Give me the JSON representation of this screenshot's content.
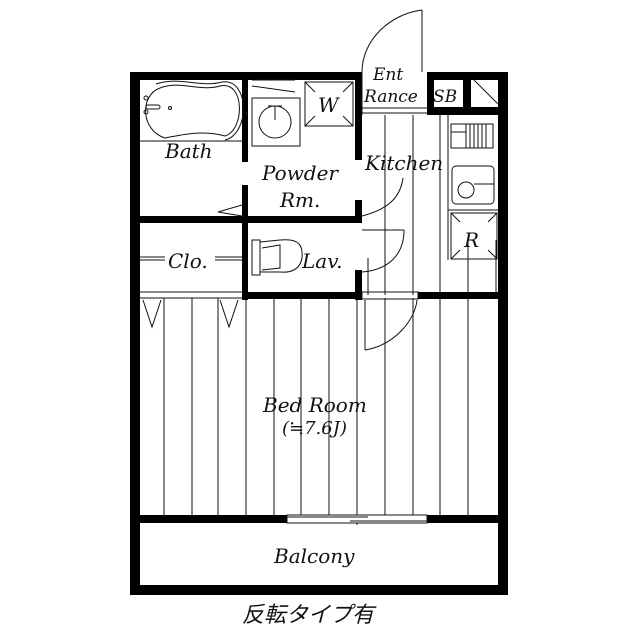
{
  "floorplan": {
    "rooms": {
      "bath": "Bath",
      "powder_room_line1": "Powder",
      "powder_room_line2": "Rm.",
      "washer": "W",
      "entrance_line1": "Ent",
      "entrance_line2": "Rance",
      "shoe_box": "SB",
      "kitchen": "Kitchen",
      "refrigerator": "R",
      "closet": "Clo.",
      "lavatory": "Lav.",
      "bedroom": "Bed Room",
      "bedroom_size": "(≒7.6J)",
      "balcony": "Balcony"
    },
    "caption": "反転タイプ有",
    "colors": {
      "wall": "#000000",
      "background": "#ffffff",
      "line": "#111111"
    }
  }
}
